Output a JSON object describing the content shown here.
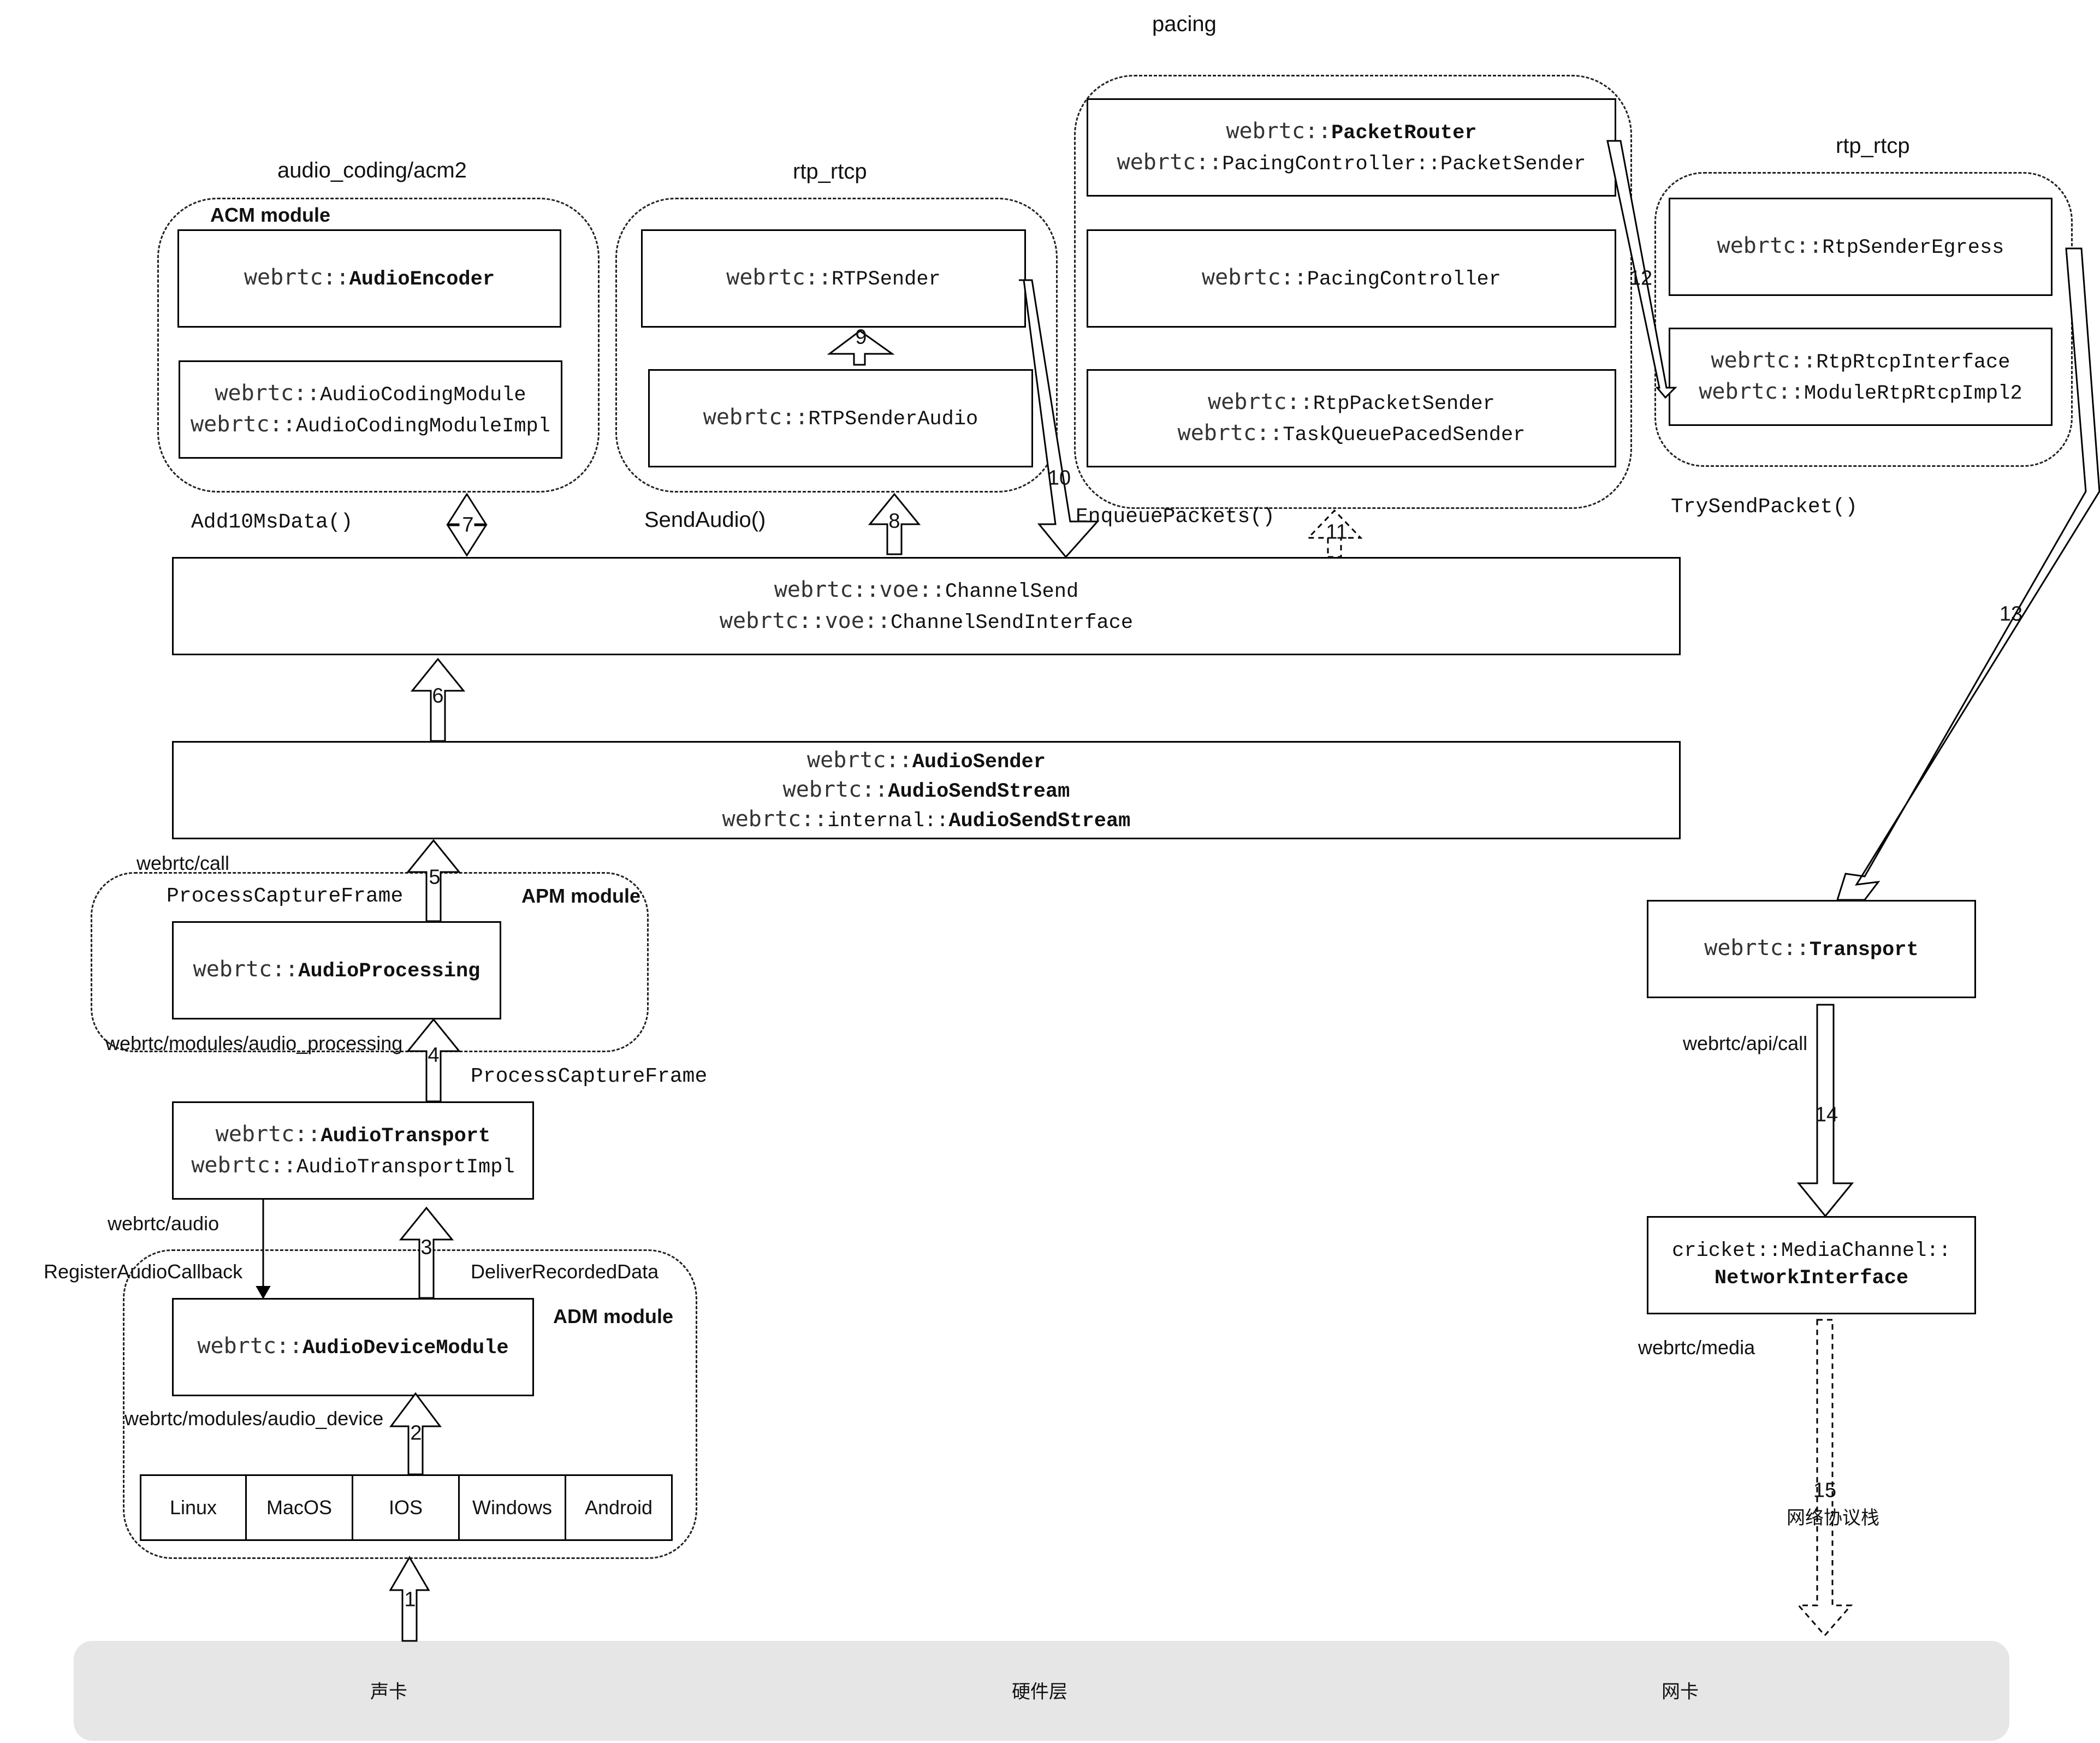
{
  "title": "pacing",
  "groups": {
    "acm": {
      "caption": "audio_coding/acm2",
      "module": "ACM module"
    },
    "rtp_left": {
      "caption": "rtp_rtcp"
    },
    "rtp_right": {
      "caption": "rtp_rtcp"
    },
    "apm": {
      "path": "webrtc/call",
      "module": "APM module",
      "subpath": "webrtc/modules/audio_processing"
    },
    "adm": {
      "module": "ADM module",
      "path": "webrtc/modules/audio_device"
    }
  },
  "boxes": {
    "audio_encoder": {
      "l1_ns": "webrtc::",
      "l1_cls": "AudioEncoder"
    },
    "acm": {
      "l1_ns": "webrtc::",
      "l1_cls": "AudioCodingModule",
      "l2_ns": "webrtc::",
      "l2_cls": "AudioCodingModuleImpl"
    },
    "rtp_sender": {
      "l1_ns": "webrtc::",
      "l1_cls": "RTPSender"
    },
    "rtp_sender_audio": {
      "l1_ns": "webrtc::",
      "l1_cls": "RTPSenderAudio"
    },
    "packet_router": {
      "l1_ns": "webrtc::",
      "l1_cls": "PacketRouter",
      "l2_ns": "webrtc::",
      "l2_cls": "PacingController::PacketSender"
    },
    "pacing_controller": {
      "l1_ns": "webrtc::",
      "l1_cls": "PacingController"
    },
    "rtp_packet_sender": {
      "l1_ns": "webrtc::",
      "l1_cls": "RtpPacketSender",
      "l2_ns": "webrtc::",
      "l2_cls": "TaskQueuePacedSender"
    },
    "rtp_sender_egress": {
      "l1_ns": "webrtc::",
      "l1_cls": "RtpSenderEgress"
    },
    "rtp_rtcp_interface": {
      "l1_ns": "webrtc::",
      "l1_cls": "RtpRtcpInterface",
      "l2_ns": "webrtc::",
      "l2_cls": "ModuleRtpRtcpImpl2"
    },
    "channel_send": {
      "l1_ns": "webrtc::voe::",
      "l1_cls": "ChannelSend",
      "l2_ns": "webrtc::voe::",
      "l2_cls": "ChannelSendInterface"
    },
    "audio_sender": {
      "l1_ns": "webrtc::",
      "l1_cls": "AudioSender",
      "l2_ns": "webrtc::",
      "l2_cls": "AudioSendStream",
      "l3_ns": "webrtc::",
      "l3_mid": "internal::",
      "l3_cls": "AudioSendStream"
    },
    "audio_processing": {
      "l1_ns": "webrtc::",
      "l1_cls": "AudioProcessing"
    },
    "audio_transport": {
      "l1_ns": "webrtc::",
      "l1_cls": "AudioTransport",
      "l2_ns": "webrtc::",
      "l2_cls": "AudioTransportImpl"
    },
    "audio_device_module": {
      "l1_ns": "webrtc::",
      "l1_cls": "AudioDeviceModule"
    },
    "transport": {
      "l1_ns": "webrtc::",
      "l1_cls": "Transport"
    },
    "network_interface": {
      "l1": "cricket::MediaChannel::",
      "l2": "NetworkInterface"
    }
  },
  "platforms": [
    "Linux",
    "MacOS",
    "IOS",
    "Windows",
    "Android"
  ],
  "labels": {
    "add10ms": "Add10MsData()",
    "send_audio": "SendAudio()",
    "enqueue": "EnqueuePackets()",
    "try_send": "TrySendPacket()",
    "process_capture_1": "ProcessCaptureFrame",
    "process_capture_2": "ProcessCaptureFrame",
    "webrtc_audio": "webrtc/audio",
    "register_cb": "RegisterAudioCallback",
    "deliver": "DeliverRecordedData",
    "api_call": "webrtc/api/call",
    "media": "webrtc/media",
    "net_stack": "网络协议栈"
  },
  "steps": [
    "1",
    "2",
    "3",
    "4",
    "5",
    "6",
    "7",
    "8",
    "9",
    "10",
    "11",
    "12",
    "13",
    "14",
    "15"
  ],
  "hardware": {
    "sound_card": "声卡",
    "layer": "硬件层",
    "nic": "网卡"
  }
}
